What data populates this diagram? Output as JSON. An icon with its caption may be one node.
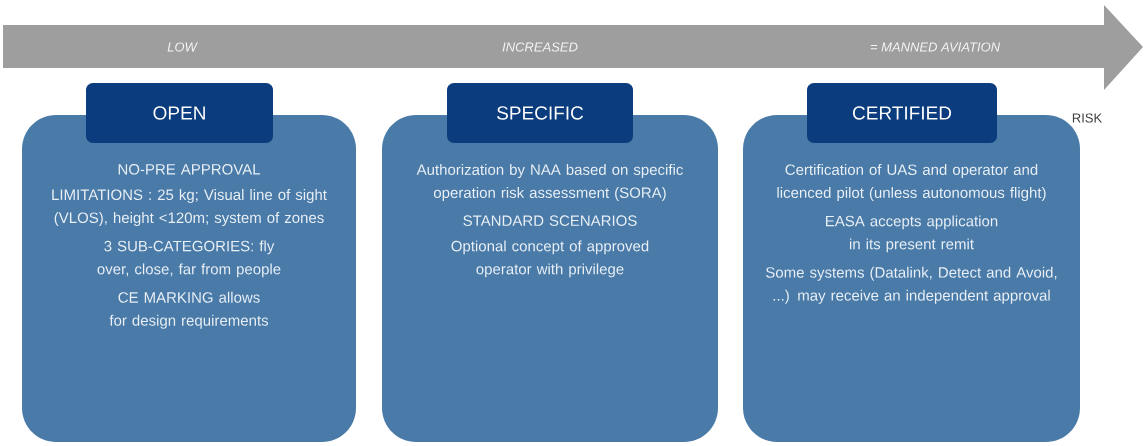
{
  "diagram": {
    "nodes": [
      {
        "text": [
          "OPEN"
        ]
      },
      {
        "text": [
          "NO-PRE APPROVAL",
          "LIMITATIONS : 25 kg; Visual line of sight (VLOS), height <120m; system of zones",
          "3 SUB-CATEGORIES: fly over, close, far from people",
          "CE MARKING allows for design requirements"
        ]
      },
      {
        "text": [
          "SPECIFIC"
        ]
      },
      {
        "text": [
          "Authorization by NAA  based on specific operation risk assessment (SORA)",
          "STANDARD SCENARIOS",
          "Optional concept of approved operator with privilege"
        ]
      },
      {
        "text": [
          "CERTIFIED"
        ]
      },
      {
        "text": [
          "Certification of UAS and operator and licenced pilot (unless autonomous flight)",
          "EASA accepts application in its present remit",
          "Some systems (Datalink, Detect and Avoid, ...) may receive an independent approval"
        ]
      }
    ],
    "labels": [
      "LOW",
      "INCREASED",
      "= MANNED AVIATION",
      "RISK"
    ]
  }
}
